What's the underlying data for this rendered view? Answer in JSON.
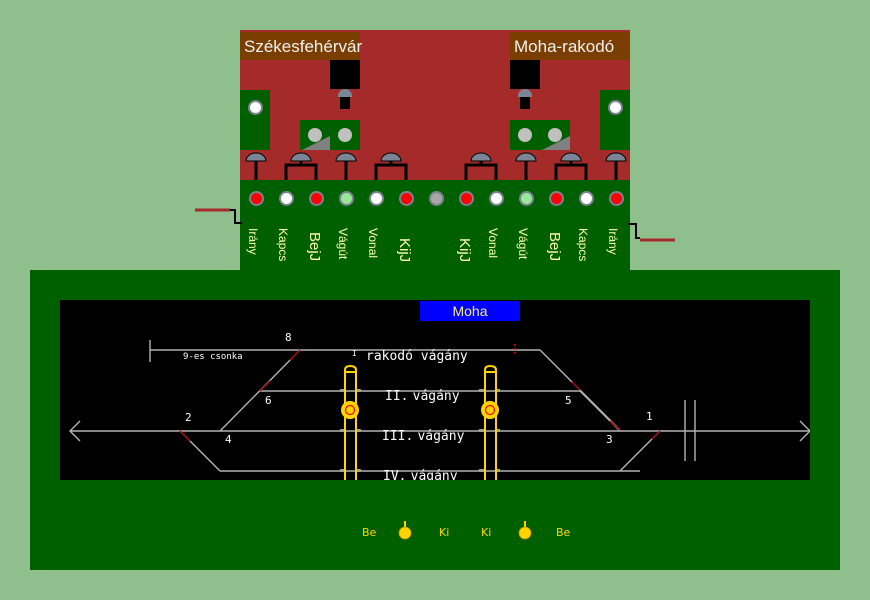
{
  "stations": {
    "left": "Székesfehérvár",
    "right": "Moha-rakodó"
  },
  "leds": [
    {
      "id": "irany-l",
      "color": "#ff0000"
    },
    {
      "id": "kapcs-l",
      "color": "#ffffff"
    },
    {
      "id": "bejj-l",
      "color": "#ff0000"
    },
    {
      "id": "vagut-l",
      "color": "#98e898"
    },
    {
      "id": "vonal-l",
      "color": "#ffffff"
    },
    {
      "id": "kijj-l",
      "color": "#ff0000"
    },
    {
      "id": "center",
      "color": "#a8a8a8"
    },
    {
      "id": "kijj-r",
      "color": "#ff0000"
    },
    {
      "id": "vonal-r",
      "color": "#ffffff"
    },
    {
      "id": "vagut-r",
      "color": "#98e898"
    },
    {
      "id": "bejj-r",
      "color": "#ff0000"
    },
    {
      "id": "kapcs-r",
      "color": "#ffffff"
    },
    {
      "id": "irany-r",
      "color": "#ff0000"
    }
  ],
  "control_labels": {
    "left": [
      "Irány",
      "Kapcs",
      "BejJ",
      "Vágút",
      "Vonal",
      "KijJ"
    ],
    "right": [
      "KijJ",
      "Vonal",
      "Vágút",
      "BejJ",
      "Kapcs",
      "Irány"
    ]
  },
  "diagram": {
    "station_name": "Moha",
    "stub_label": "9-es csonka",
    "tracks": [
      {
        "roman": "I",
        "name": "rakodó vágány"
      },
      {
        "roman": "II.",
        "name": "vágány"
      },
      {
        "roman": "III.",
        "name": "vágány"
      },
      {
        "roman": "IV.",
        "name": "vágány"
      }
    ],
    "switches": [
      "1",
      "2",
      "3",
      "4",
      "5",
      "6",
      "8"
    ]
  },
  "bottom": {
    "labels": [
      "Be",
      "Ki",
      "Ki",
      "Be"
    ]
  },
  "colors": {
    "panel_red": "#a52a2a",
    "panel_green": "#006000",
    "signal_yellow": "#ffd400",
    "background": "#8fbf8c"
  }
}
